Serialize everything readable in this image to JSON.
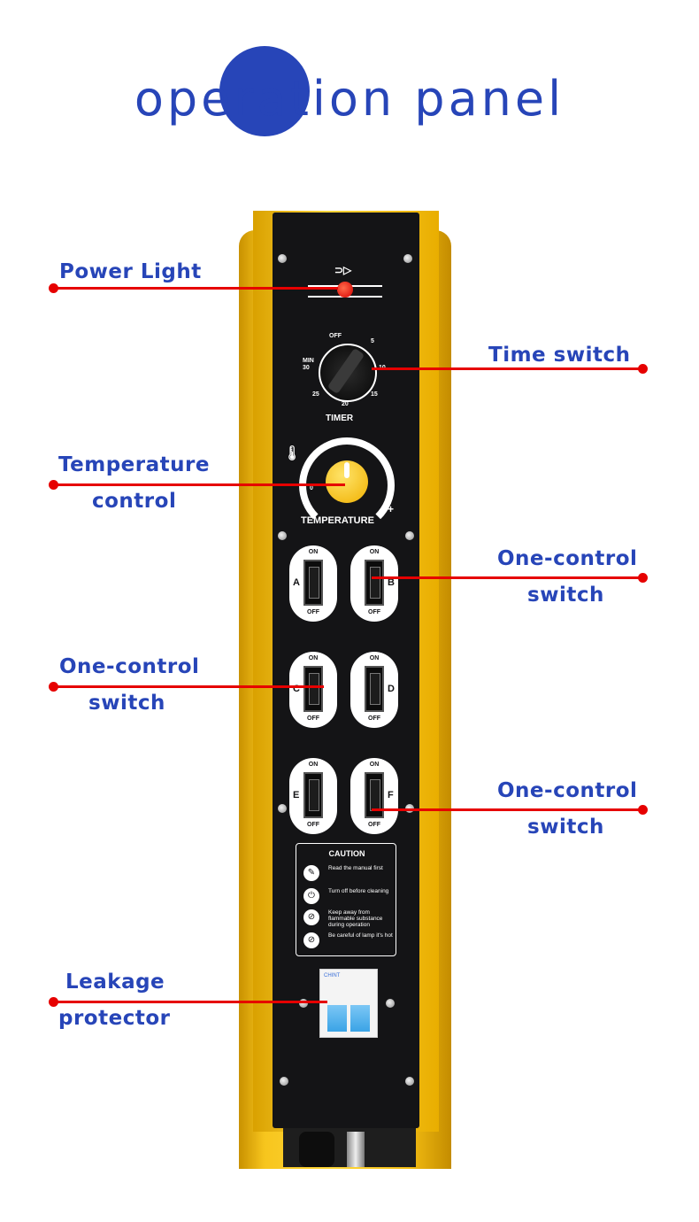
{
  "title": {
    "text": "operation panel",
    "accent_color": "#2745b8"
  },
  "labels": {
    "power_light": "Power Light",
    "time_switch": "Time switch",
    "temperature_line1": "Temperature",
    "temperature_line2": "control",
    "one_control_1_line1": "One-control",
    "one_control_1_line2": "switch",
    "one_control_2_line1": "One-control",
    "one_control_2_line2": "switch",
    "one_control_3_line1": "One-control",
    "one_control_3_line2": "switch",
    "leakage_line1": "Leakage",
    "leakage_line2": "protector"
  },
  "panel": {
    "timer": {
      "label": "TIMER",
      "off": "OFF",
      "min": "MIN",
      "n5": "5",
      "n10": "10",
      "n15": "15",
      "n20": "20",
      "n25": "25",
      "n30": "30"
    },
    "temperature": {
      "label": "TEMPERATURE",
      "minus": "-",
      "plus": "+",
      "zero": "0"
    },
    "switches": [
      {
        "letter": "A",
        "on": "ON",
        "off": "OFF"
      },
      {
        "letter": "B",
        "on": "ON",
        "off": "OFF"
      },
      {
        "letter": "C",
        "on": "ON",
        "off": "OFF"
      },
      {
        "letter": "D",
        "on": "ON",
        "off": "OFF"
      },
      {
        "letter": "E",
        "on": "ON",
        "off": "OFF"
      },
      {
        "letter": "F",
        "on": "ON",
        "off": "OFF"
      }
    ],
    "caution": {
      "title": "CAUTION",
      "items": [
        {
          "text": "Read the manual first",
          "icon": "manual-icon"
        },
        {
          "text": "Turn off before cleaning",
          "icon": "plug-icon"
        },
        {
          "text": "Keep away from flammable substance during operation",
          "icon": "no-fire-icon"
        },
        {
          "text": "Be careful of lamp it's hot",
          "icon": "hot-lamp-icon"
        }
      ]
    },
    "breaker": {
      "brand": "CHINT"
    }
  },
  "colors": {
    "line": "#e60000",
    "panel": "#141416",
    "body": "#f7c51d",
    "knob": "#f0b000"
  }
}
